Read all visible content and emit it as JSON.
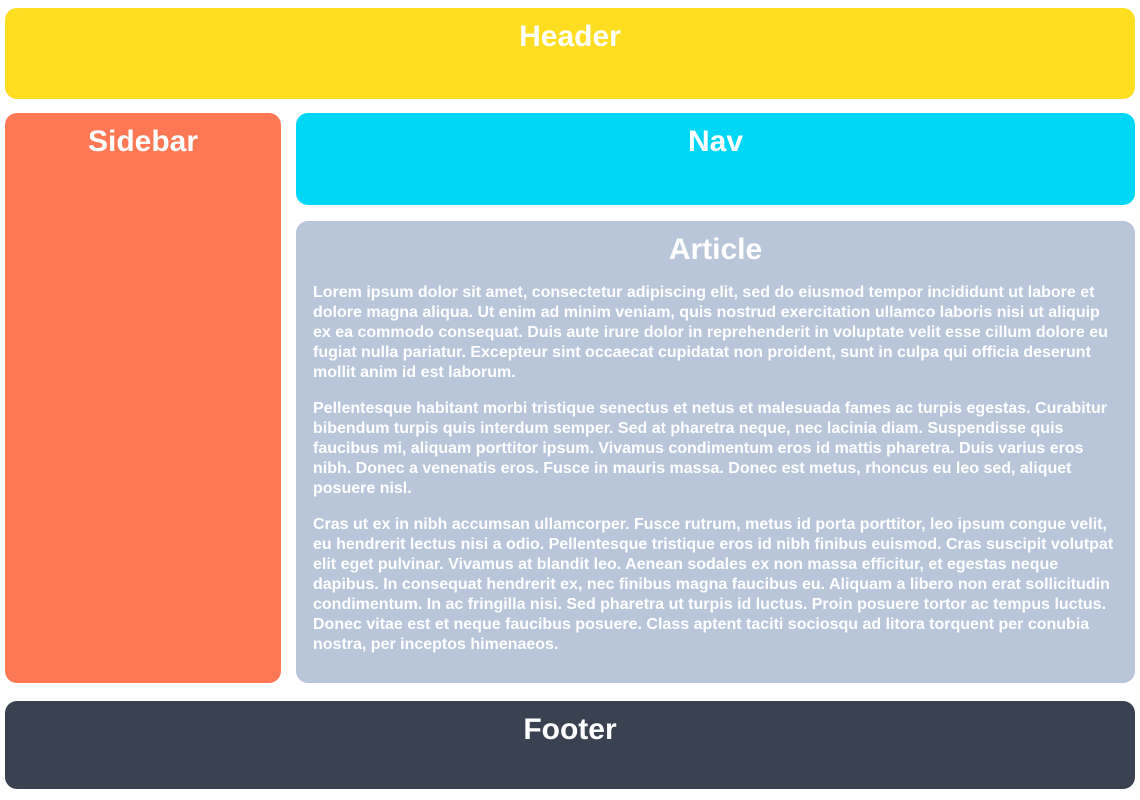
{
  "page": {
    "background_color": "#ffffff",
    "text_color": "#ffffff"
  },
  "header": {
    "title": "Header",
    "color": "#ffdd21"
  },
  "sidebar": {
    "title": "Sidebar",
    "color": "#ff7856"
  },
  "nav": {
    "title": "Nav",
    "color": "#00d6f6"
  },
  "article": {
    "title": "Article",
    "color": "#b9c6d9",
    "paragraphs": [
      "Lorem ipsum dolor sit amet, consectetur adipiscing elit, sed do eiusmod tempor incididunt ut labore et dolore magna aliqua. Ut enim ad minim veniam, quis nostrud exercitation ullamco laboris nisi ut aliquip ex ea commodo consequat. Duis aute irure dolor in reprehenderit in voluptate velit esse cillum dolore eu fugiat nulla pariatur. Excepteur sint occaecat cupidatat non proident, sunt in culpa qui officia deserunt mollit anim id est laborum.",
      "Pellentesque habitant morbi tristique senectus et netus et malesuada fames ac turpis egestas. Curabitur bibendum turpis quis interdum semper. Sed at pharetra neque, nec lacinia diam. Suspendisse quis faucibus mi, aliquam porttitor ipsum. Vivamus condimentum eros id mattis pharetra. Duis varius eros nibh. Donec a venenatis eros. Fusce in mauris massa. Donec est metus, rhoncus eu leo sed, aliquet posuere nisl.",
      "Cras ut ex in nibh accumsan ullamcorper. Fusce rutrum, metus id porta porttitor, leo ipsum congue velit, eu hendrerit lectus nisi a odio. Pellentesque tristique eros id nibh finibus euismod. Cras suscipit volutpat elit eget pulvinar. Vivamus at blandit leo. Aenean sodales ex non massa efficitur, et egestas neque dapibus. In consequat hendrerit ex, nec finibus magna faucibus eu. Aliquam a libero non erat sollicitudin condimentum. In ac fringilla nisi. Sed pharetra ut turpis id luctus. Proin posuere tortor ac tempus luctus. Donec vitae est et neque faucibus posuere. Class aptent taciti sociosqu ad litora torquent per conubia nostra, per inceptos himenaeos."
    ]
  },
  "footer": {
    "title": "Footer",
    "color": "#3a4150"
  }
}
